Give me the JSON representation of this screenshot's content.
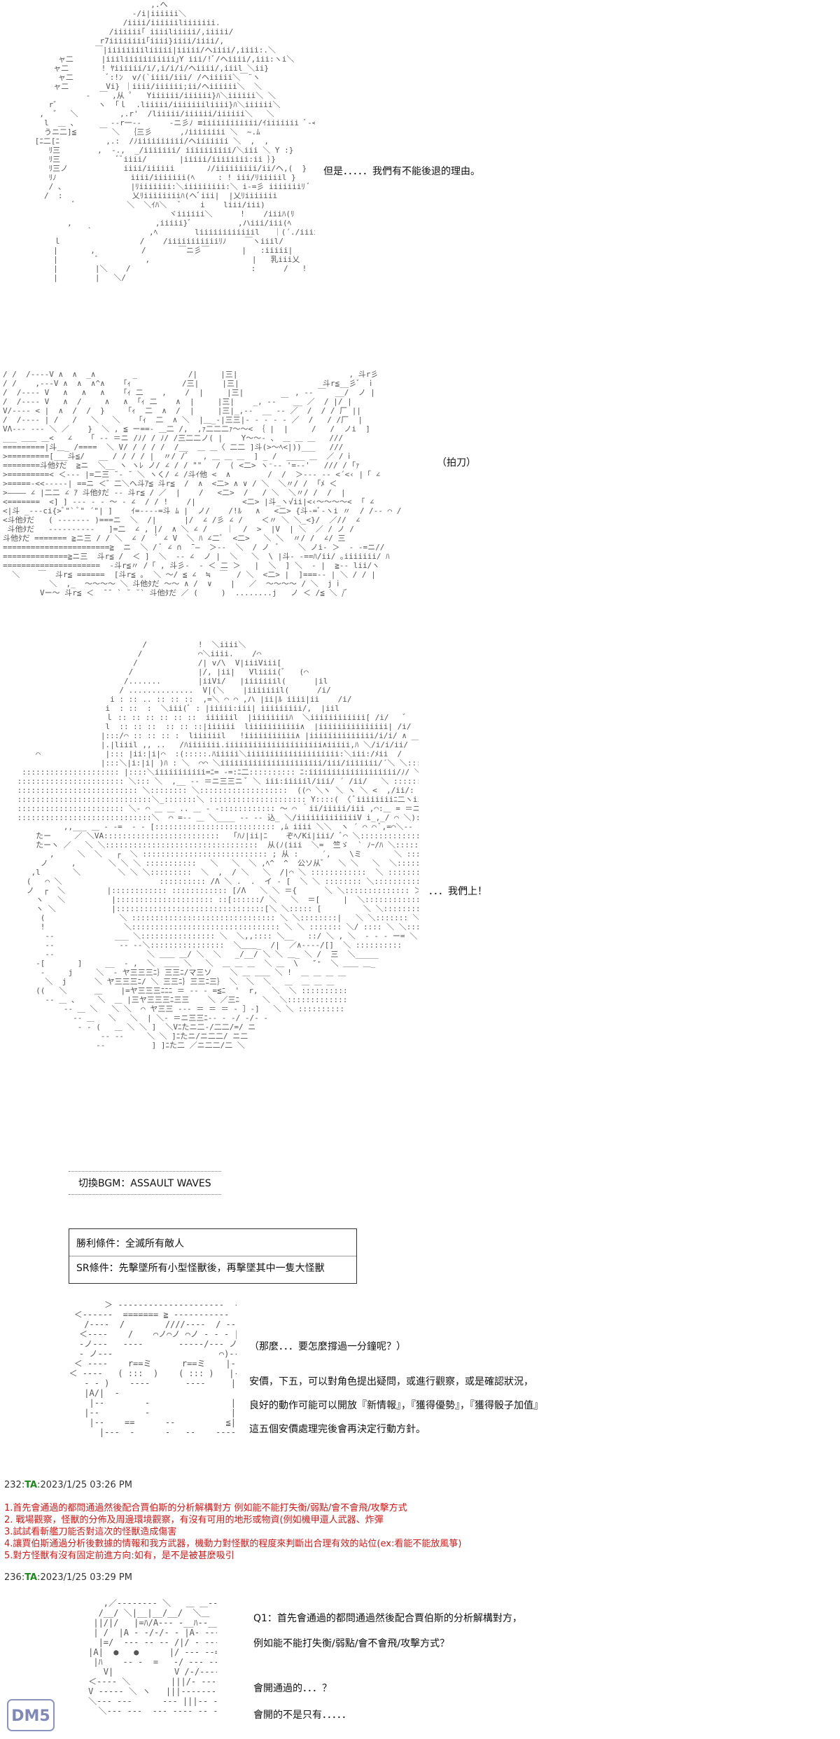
{
  "dialogue": {
    "line1": "但是．．．．．我們有不能後退的理由。",
    "line2": "（拍刀）",
    "line3": "．．．我們上！"
  },
  "bgm": {
    "label": "切換BGM：ASSAULT WAVES"
  },
  "conditions": {
    "victory": "勝利條件：全滅所有敵人",
    "sr": "SR條件：先擊墜所有小型怪獸後，再擊墜其中一隻大怪獸"
  },
  "gm_narration": {
    "question": "（那麼．．．要怎麼撐過一分鐘呢？）",
    "line_a": "安價，下五，可以對角色提出疑問，或進行觀察，或是確認狀況，",
    "line_b": "良好的動作可能可以開放『新情報』，『獲得優勢』，『獲得骰子加值』",
    "line_c": "這五個安價處理完後會再決定行動方針。"
  },
  "post1": {
    "number": "232:",
    "name": "TA",
    "timestamp": ":2023/1/25 03:26 PM",
    "lines": [
      "1.首先會通過的都問通過然後配合賈伯斯的分析解構對方 例如能不能打失衡/弱點/會不會飛/攻擊方式",
      "2. 戰場觀察，怪獸的分佈及周邊環境觀察，有沒有可用的地形或物資(例如機甲還人武器、炸彈",
      "3.試試看斬艦刀能否對這次的怪獸造成傷害",
      "4.讓賈伯斯通過分析後數據的情報和我方武器，機動力對怪獸的程度來判斷出合理有效的站位(ex:看能不能放風箏)",
      "5.對方怪獸有沒有固定前進方向:如有，是不是被甚麼吸引"
    ]
  },
  "post2": {
    "number": "236:",
    "name": "TA",
    "timestamp": ":2023/1/25 03:29 PM"
  },
  "reply": {
    "line1": "Q1：首先會通過的都問通過然後配合賈伯斯的分析解構對方，",
    "line2": "例如能不能打失衡/弱點/會不會飛/攻擊方式？",
    "line3": "會開通過的．．．？",
    "line4": "會開的不是只有．．．．．"
  },
  "watermark": {
    "text": "DM5",
    "color": "#2b3a8a"
  }
}
